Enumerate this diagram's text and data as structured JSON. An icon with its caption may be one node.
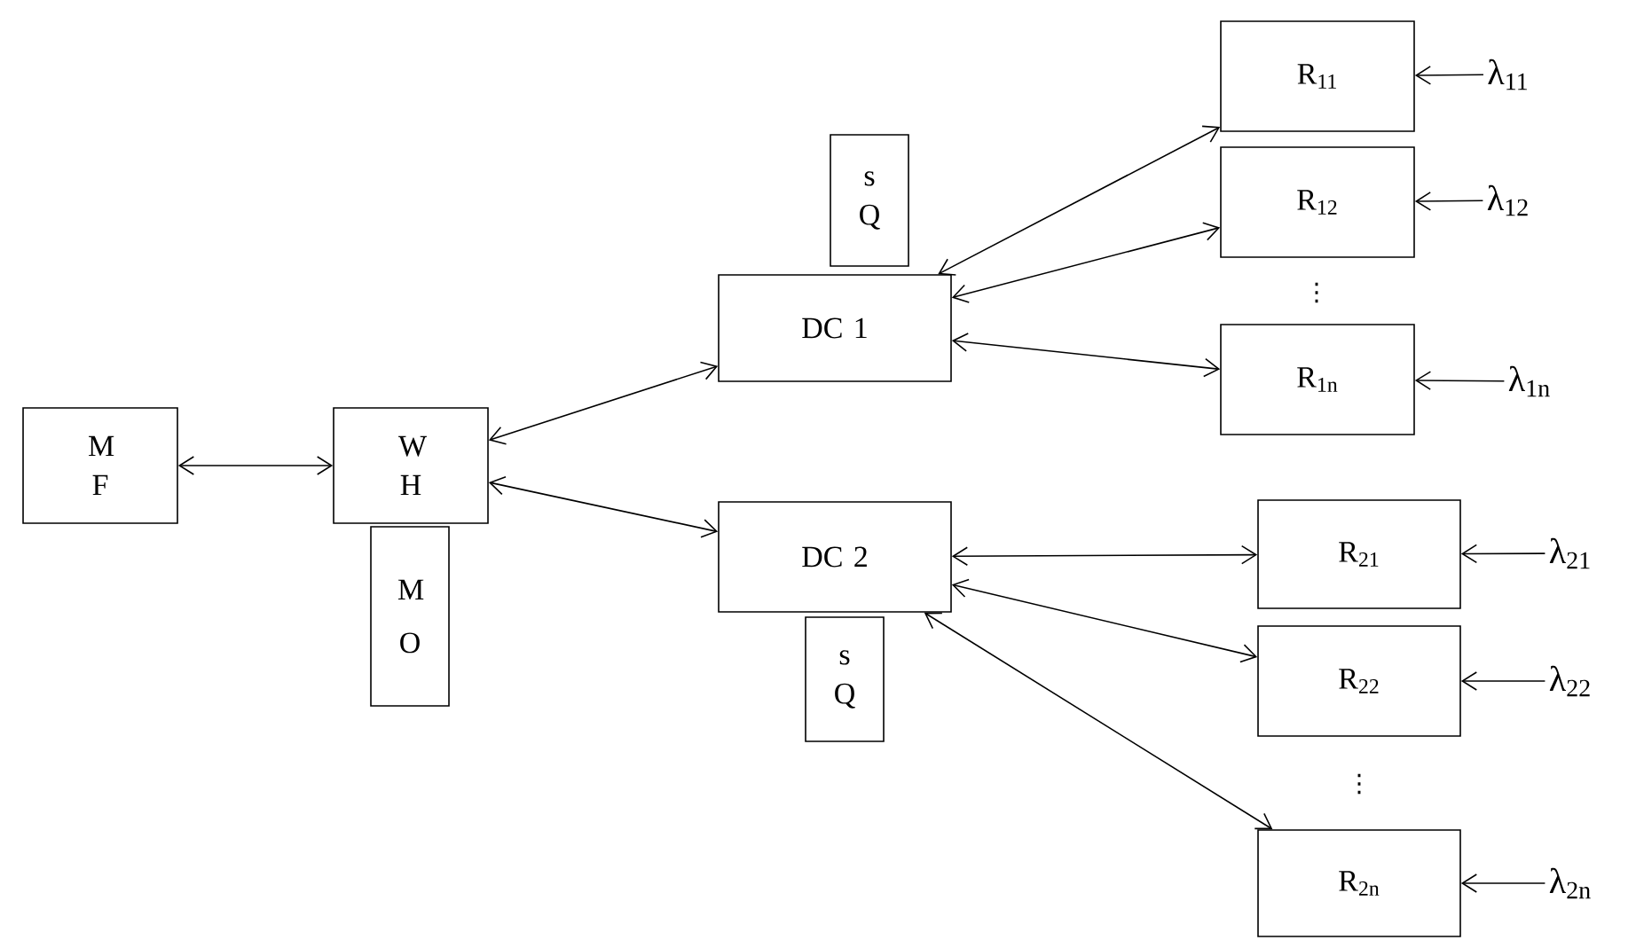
{
  "diagram": {
    "nodes": [
      {
        "text": [
          "M F"
        ]
      },
      {
        "text": [
          "W H"
        ]
      },
      {
        "text": [
          "M O"
        ]
      },
      {
        "text": [
          "s Q"
        ]
      },
      {
        "text": [
          "DC 1"
        ]
      },
      {
        "text": [
          "DC 2"
        ]
      },
      {
        "text": [
          "s Q"
        ]
      },
      {
        "text": [
          "R$_{11}$"
        ]
      },
      {
        "text": [
          "λ$_{11}$"
        ]
      },
      {
        "text": [
          "R$_{12}$"
        ]
      },
      {
        "text": [
          "λ$_{12}$"
        ]
      },
      {
        "text": [
          "R$_{1n}$"
        ]
      },
      {
        "text": [
          "λ$_{1n}$"
        ]
      },
      {
        "text": [
          "R$_{21}$"
        ]
      },
      {
        "text": [
          "λ$_{21}$"
        ]
      },
      {
        "text": [
          "R$_{22}$"
        ]
      },
      {
        "text": [
          "λ$_{22}$"
        ]
      },
      {
        "text": [
          "R$_{2n}$"
        ]
      },
      {
        "text": [
          "λ$_{2n}$"
        ]
      }
    ],
    "edges": [
      {
        "from": 0,
        "to": 1,
        "arrow": "both"
      },
      {
        "from": 1,
        "to": 4,
        "arrow": "both"
      },
      {
        "from": 1,
        "to": 5,
        "arrow": "both"
      },
      {
        "from": 4,
        "to": 7,
        "arrow": "both"
      },
      {
        "from": 4,
        "to": 9,
        "arrow": "both"
      },
      {
        "from": 4,
        "to": 11,
        "arrow": "both"
      },
      {
        "from": 5,
        "to": 13,
        "arrow": "both"
      },
      {
        "from": 5,
        "to": 15,
        "arrow": "both"
      },
      {
        "from": 5,
        "to": 17,
        "arrow": "both"
      },
      {
        "from": 8,
        "to": 7,
        "arrow": "to"
      },
      {
        "from": 10,
        "to": 9,
        "arrow": "to"
      },
      {
        "from": 12,
        "to": 11,
        "arrow": "to"
      },
      {
        "from": 14,
        "to": 13,
        "arrow": "to"
      },
      {
        "from": 16,
        "to": 15,
        "arrow": "to"
      },
      {
        "from": 18,
        "to": 17,
        "arrow": "to"
      }
    ],
    "labels": [
      "⋮",
      "⋮"
    ]
  }
}
